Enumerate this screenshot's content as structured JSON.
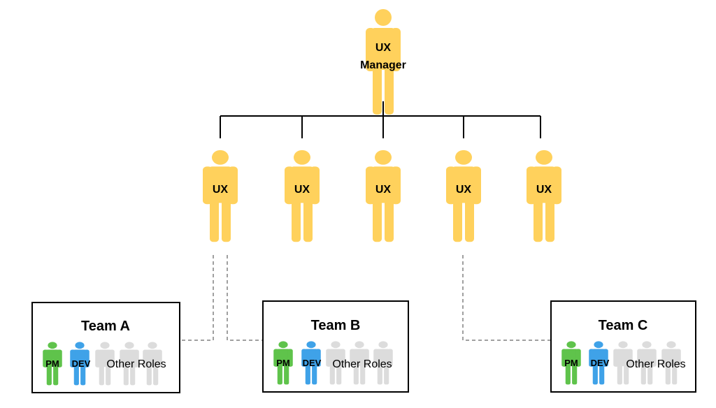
{
  "colors": {
    "ux": "#FFD15C",
    "pm": "#5FC34B",
    "dev": "#3FA2E8",
    "other": "#DCDCDC",
    "solid_line": "#000000",
    "dashed_line": "#A0A0A0",
    "box_border": "#000000"
  },
  "manager": {
    "label_line1": "UX",
    "label_line2": "Manager"
  },
  "ux_members": [
    {
      "label": "UX"
    },
    {
      "label": "UX"
    },
    {
      "label": "UX"
    },
    {
      "label": "UX"
    },
    {
      "label": "UX"
    }
  ],
  "teams": [
    {
      "name": "Team A",
      "pm_label": "PM",
      "dev_label": "DEV",
      "other_label": "Other Roles"
    },
    {
      "name": "Team B",
      "pm_label": "PM",
      "dev_label": "DEV",
      "other_label": "Other Roles"
    },
    {
      "name": "Team C",
      "pm_label": "PM",
      "dev_label": "DEV",
      "other_label": "Other Roles"
    }
  ]
}
